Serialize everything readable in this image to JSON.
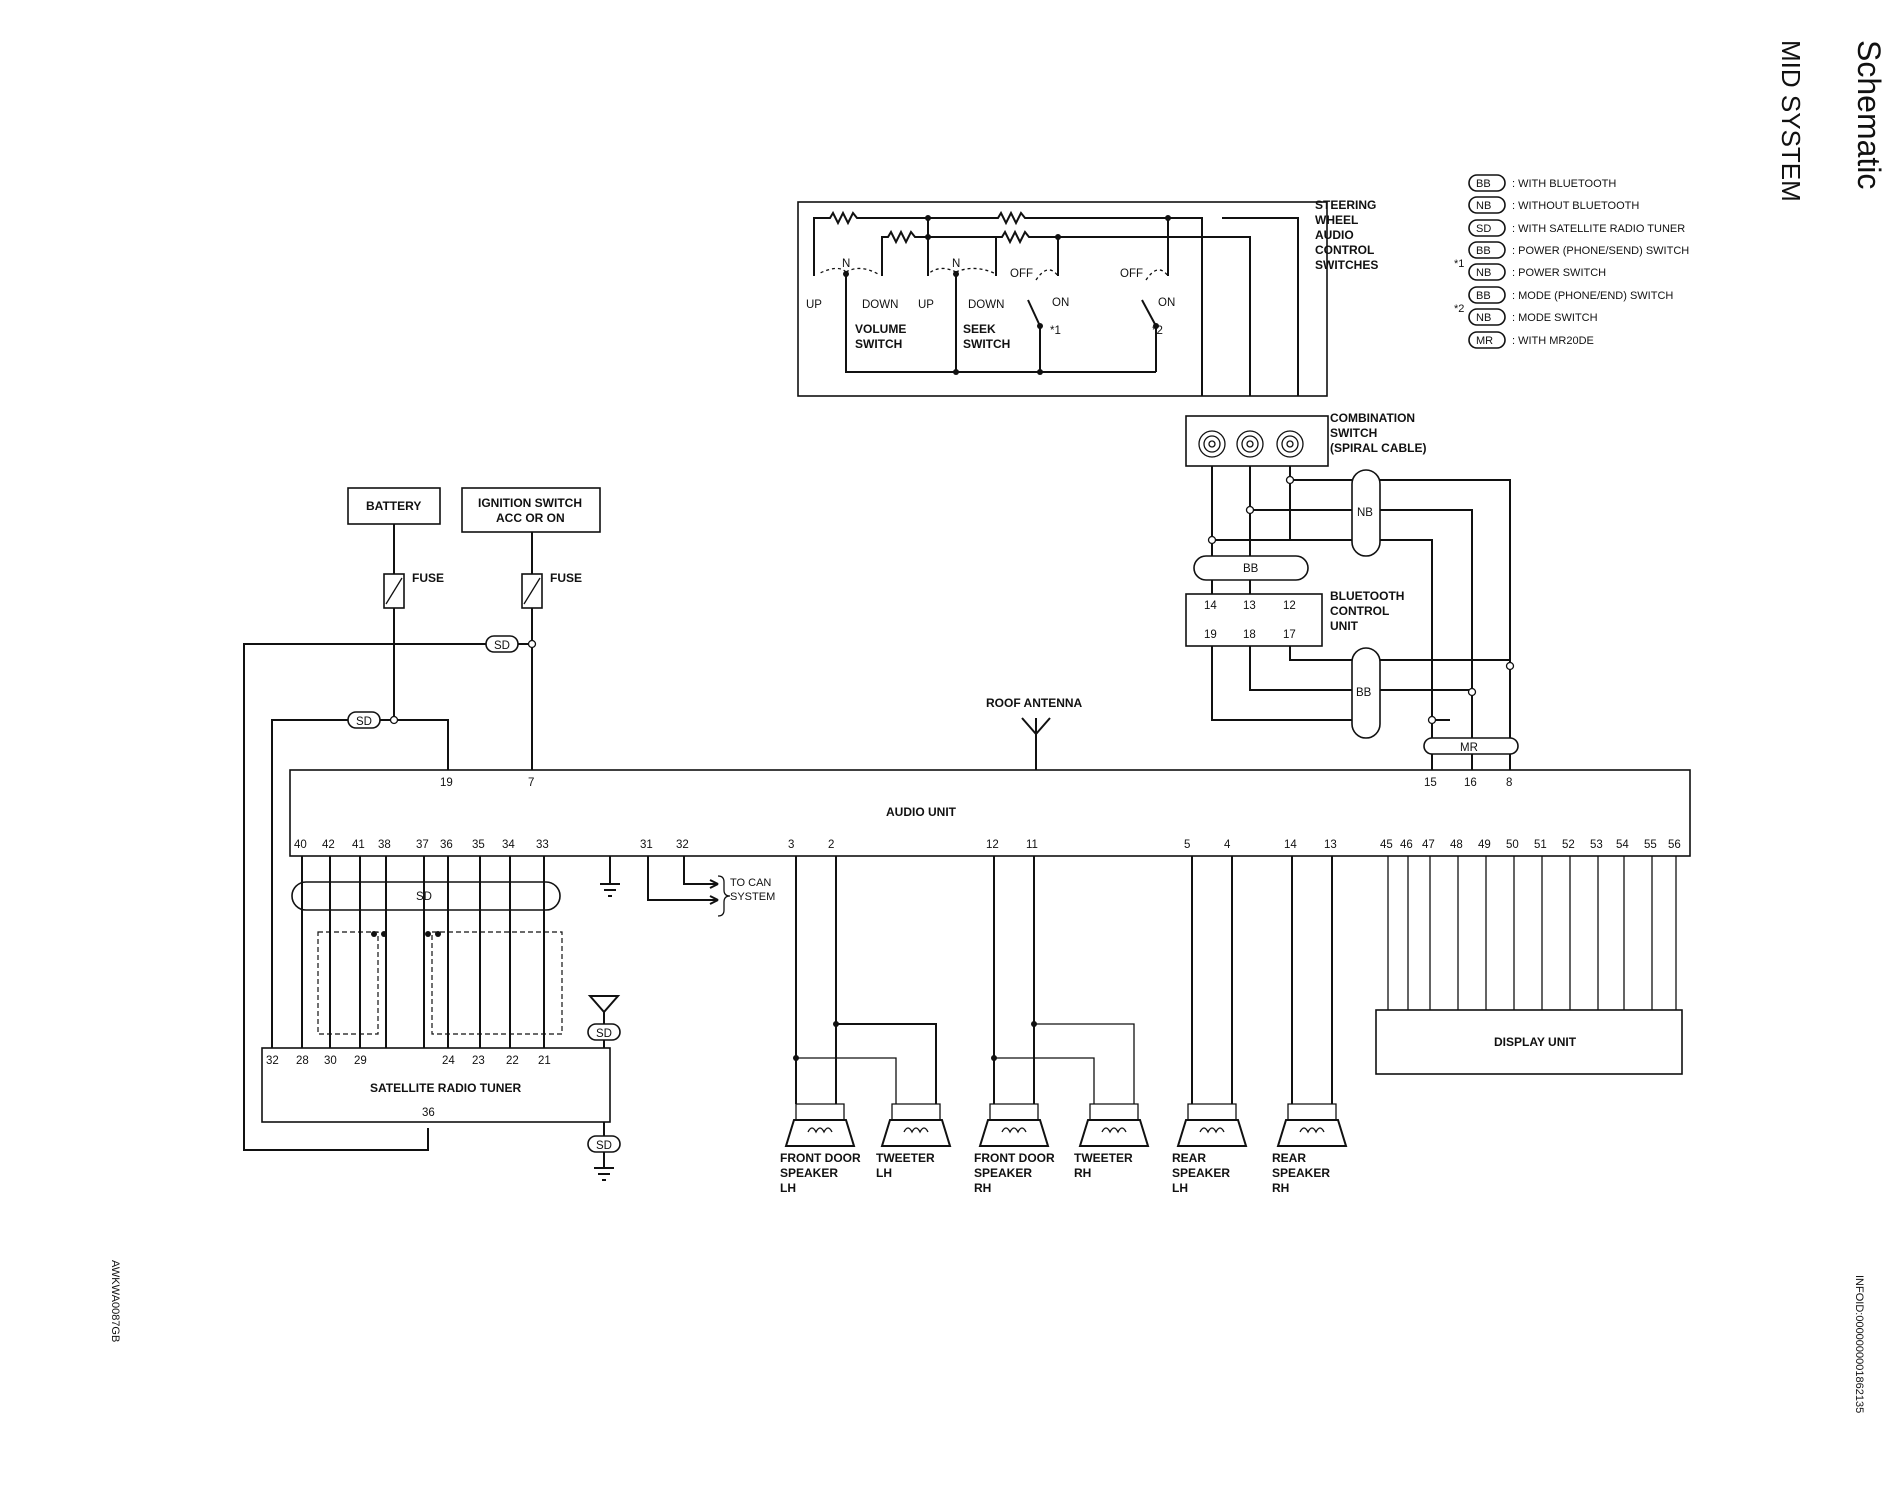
{
  "header": {
    "title": "Schematic",
    "subtitle": "MID SYSTEM"
  },
  "legend": [
    {
      "code": "BB",
      "text": ": WITH BLUETOOTH"
    },
    {
      "code": "NB",
      "text": ": WITHOUT BLUETOOTH"
    },
    {
      "code": "SD",
      "text": ": WITH SATELLITE RADIO TUNER"
    },
    {
      "code": "BB",
      "text": ": POWER (PHONE/SEND) SWITCH",
      "marker": "*1"
    },
    {
      "code": "NB",
      "text": ": POWER SWITCH"
    },
    {
      "code": "BB",
      "text": ": MODE (PHONE/END) SWITCH",
      "marker": "*2"
    },
    {
      "code": "NB",
      "text": ": MODE SWITCH"
    },
    {
      "code": "MR",
      "text": ": WITH MR20DE"
    }
  ],
  "steering": {
    "title": [
      "STEERING",
      "WHEEL",
      "AUDIO",
      "CONTROL",
      "SWITCHES"
    ],
    "volume": {
      "n": "N",
      "up": "UP",
      "down": "DOWN",
      "name": [
        "VOLUME",
        "SWITCH"
      ]
    },
    "seek": {
      "n": "N",
      "up": "UP",
      "down": "DOWN",
      "name": [
        "SEEK",
        "SWITCH"
      ]
    },
    "sw1": {
      "off": "OFF",
      "on": "ON",
      "mark": "*1"
    },
    "sw2": {
      "off": "OFF",
      "on": "ON",
      "mark": "*2"
    }
  },
  "combination_switch": [
    "COMBINATION",
    "SWITCH",
    "(SPIRAL CABLE)"
  ],
  "bluetooth": {
    "name": [
      "BLUETOOTH",
      "CONTROL",
      "UNIT"
    ],
    "pins_top": [
      "14",
      "13",
      "12"
    ],
    "pins_bottom": [
      "19",
      "18",
      "17"
    ]
  },
  "option_tags": {
    "nb": "NB",
    "bb_top": "BB",
    "bb_bottom": "BB",
    "mr": "MR",
    "sd": "SD"
  },
  "battery": "BATTERY",
  "ignition": [
    "IGNITION SWITCH",
    "ACC OR ON"
  ],
  "fuse": "FUSE",
  "roof_antenna": "ROOF ANTENNA",
  "audio_unit": {
    "name": "AUDIO UNIT",
    "pins_top": [
      "19",
      "7",
      "15",
      "16",
      "8"
    ],
    "pins_bottom": [
      "40",
      "42",
      "41",
      "38",
      "37",
      "36",
      "35",
      "34",
      "33",
      "31",
      "32",
      "3",
      "2",
      "12",
      "11",
      "5",
      "4",
      "14",
      "13",
      "45",
      "46",
      "47",
      "48",
      "49",
      "50",
      "51",
      "52",
      "53",
      "54",
      "55",
      "56"
    ]
  },
  "can": [
    "TO CAN",
    "SYSTEM"
  ],
  "satellite": {
    "name": "SATELLITE RADIO TUNER",
    "pins": [
      "32",
      "28",
      "30",
      "29",
      "24",
      "23",
      "22",
      "21"
    ],
    "pin_bottom": "36"
  },
  "display_unit": "DISPLAY UNIT",
  "speakers": [
    {
      "label": [
        "FRONT DOOR",
        "SPEAKER",
        "LH"
      ]
    },
    {
      "label": [
        "TWEETER",
        "LH"
      ]
    },
    {
      "label": [
        "FRONT DOOR",
        "SPEAKER",
        "RH"
      ]
    },
    {
      "label": [
        "TWEETER",
        "RH"
      ]
    },
    {
      "label": [
        "REAR",
        "SPEAKER",
        "LH"
      ]
    },
    {
      "label": [
        "REAR",
        "SPEAKER",
        "RH"
      ]
    }
  ],
  "side_left": "AWKWA0087GB",
  "side_right": "INFOID:0000000001862135"
}
